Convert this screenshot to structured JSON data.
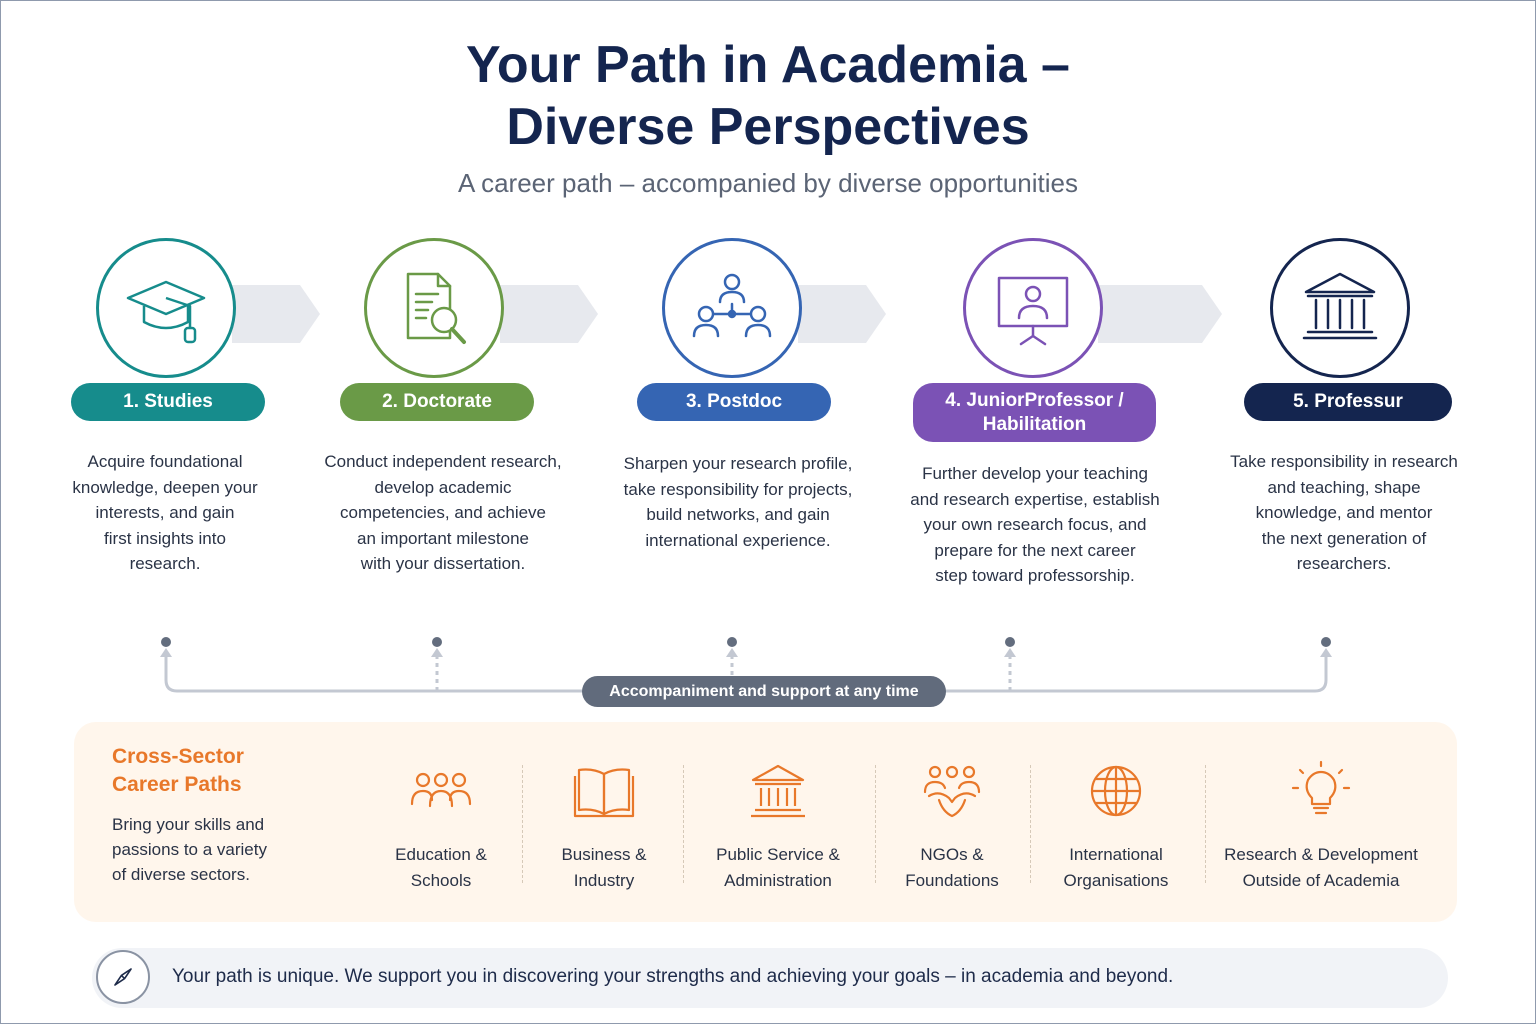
{
  "header": {
    "title_line1": "Your Path in Academia –",
    "title_line2": "Diverse Perspectives",
    "subtitle": "A career path – accompanied by diverse opportunities"
  },
  "steps": [
    {
      "label": "1. Studies",
      "icon": "graduation-cap-icon",
      "color": "#168c8c",
      "description": [
        "Acquire foundational",
        "knowledge, deepen your",
        "interests, and gain",
        "first insights into",
        "research."
      ]
    },
    {
      "label": "2. Doctorate",
      "icon": "document-search-icon",
      "color": "#6a9a47",
      "description": [
        "Conduct independent research,",
        "develop academic",
        "competencies, and achieve",
        "an important milestone",
        "with your dissertation."
      ]
    },
    {
      "label": "3. Postdoc",
      "icon": "network-people-icon",
      "color": "#3565b3",
      "description": [
        "Sharpen your research profile,",
        "take responsibility for projects,",
        "build networks, and gain",
        "international experience."
      ]
    },
    {
      "label_line1": "4. JuniorProfessor /",
      "label_line2": "Habilitation",
      "icon": "presentation-board-icon",
      "color": "#7b52b5",
      "description": [
        "Further develop your teaching",
        "and research expertise, establish",
        "your own research focus, and",
        "prepare for the next career",
        "step toward professorship."
      ]
    },
    {
      "label": "5. Professur",
      "icon": "university-building-icon",
      "color": "#14254f",
      "description": [
        "Take responsibility in research",
        "and teaching, shape",
        "knowledge, and mentor",
        "the next generation of",
        "researchers."
      ]
    }
  ],
  "support": {
    "label": "Accompaniment and support at any time"
  },
  "sectors": {
    "title_line1": "Cross-Sector",
    "title_line2": "Career Paths",
    "text": [
      "Bring your skills and",
      "passions to a variety",
      "of diverse sectors."
    ],
    "accent_color": "#e8782a",
    "items": [
      {
        "icon": "people-group-icon",
        "line1": "Education &",
        "line2": "Schools"
      },
      {
        "icon": "open-book-icon",
        "line1": "Business &",
        "line2": "Industry"
      },
      {
        "icon": "government-building-icon",
        "line1": "Public Service &",
        "line2": "Administration"
      },
      {
        "icon": "community-hands-icon",
        "line1": "NGOs &",
        "line2": "Foundations"
      },
      {
        "icon": "globe-icon",
        "line1": "International",
        "line2": "Organisations"
      },
      {
        "icon": "light-bulb-icon",
        "line1": "Research & Development",
        "line2": "Outside of Academia"
      }
    ]
  },
  "footer": {
    "icon": "compass-icon",
    "text": "Your path is unique. We support you in discovering your strengths and achieving your goals – in academia and beyond."
  }
}
